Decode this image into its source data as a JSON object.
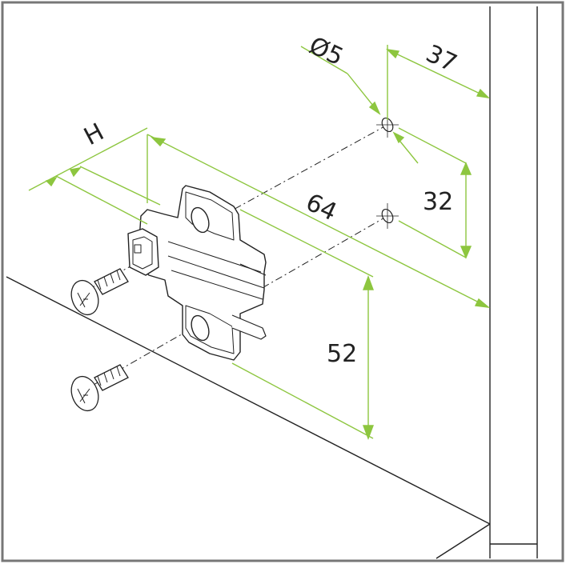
{
  "diagram": {
    "colors": {
      "dimension": "#8dc63f",
      "outline": "#222222",
      "frame": "#777777",
      "background": "#ffffff"
    },
    "labels": {
      "diameter": "Ø5",
      "top_offset": "37",
      "hole_spacing": "32",
      "plate_length": "64",
      "screw_spacing": "52",
      "height": "H"
    },
    "parts": {
      "plate": "mounting-plate",
      "screws": [
        "euro-screw",
        "euro-screw"
      ],
      "holes": [
        "drill-hole",
        "drill-hole"
      ]
    }
  }
}
